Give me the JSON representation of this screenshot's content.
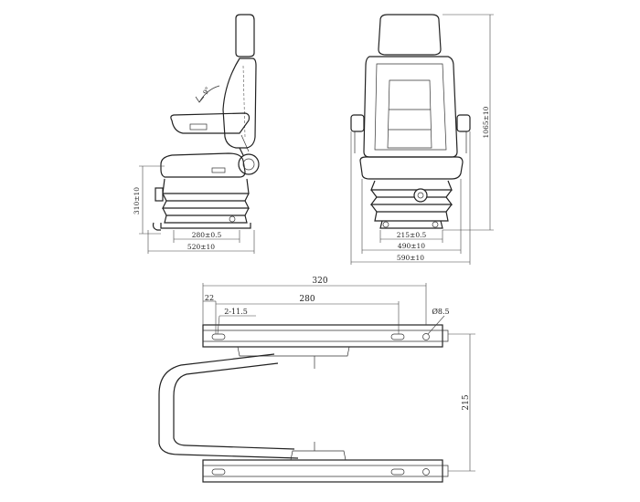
{
  "side_view": {
    "width_label": "520±10",
    "base_label": "280±0.5",
    "height_label": "310±10",
    "recline_label": "9°"
  },
  "front_view": {
    "total_width_label": "590±10",
    "cushion_width_label": "490±10",
    "base_label": "215±0.5",
    "height_label": "1065±10"
  },
  "slide_rail": {
    "length_label": "320",
    "hole_span_label": "280",
    "offset_label": "22",
    "slot_label": "2-11.5",
    "hole_label": "Ø8.5",
    "height_label": "215"
  }
}
